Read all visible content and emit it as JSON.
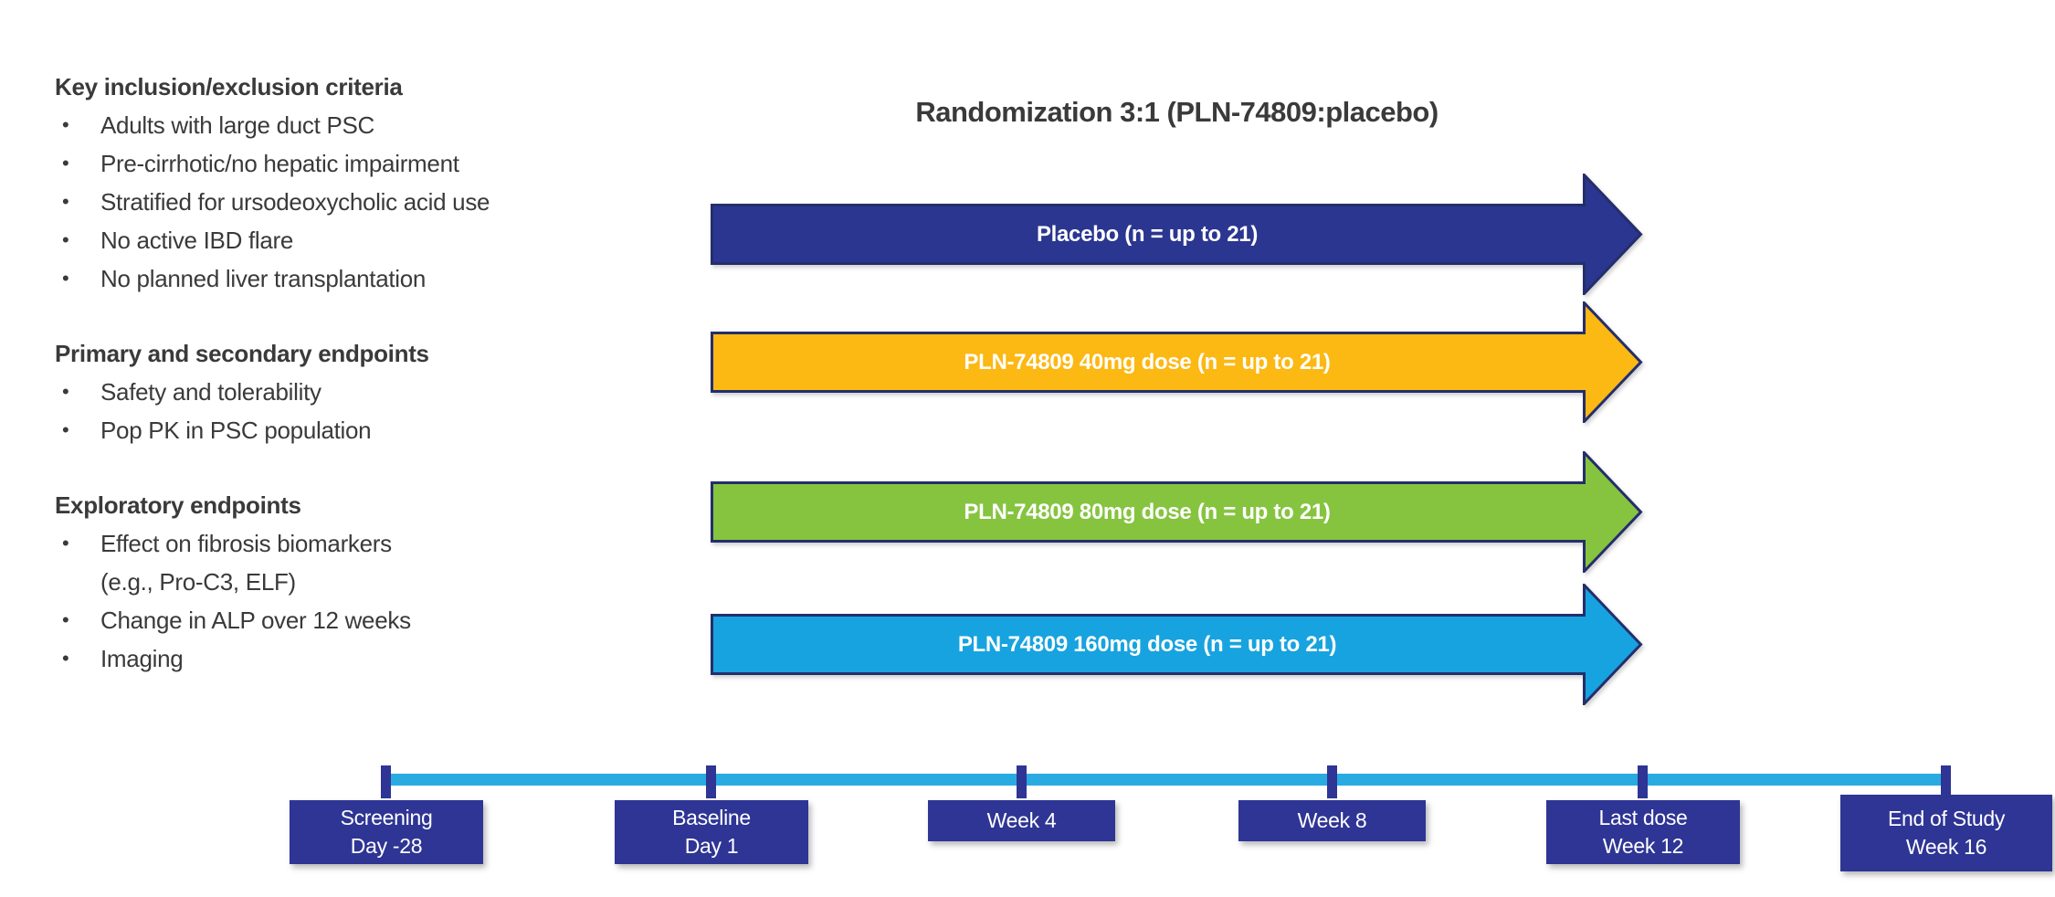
{
  "ui": {
    "bullet_char": "•"
  },
  "title": "Randomization 3:1 (PLN-74809:placebo)",
  "left_sections": [
    {
      "heading": "Key inclusion/exclusion criteria",
      "items": [
        "Adults with large duct PSC",
        "Pre-cirrhotic/no hepatic impairment",
        "Stratified for ursodeoxycholic acid use",
        "No active IBD flare",
        "No planned liver transplantation"
      ]
    },
    {
      "heading": "Primary and secondary endpoints",
      "items": [
        "Safety and tolerability",
        "Pop PK in PSC population"
      ]
    },
    {
      "heading": "Exploratory endpoints",
      "items": [
        "Effect on fibrosis biomarkers\n(e.g., Pro-C3, ELF)",
        "Change in ALP over 12 weeks",
        "Imaging"
      ]
    }
  ],
  "arms": [
    {
      "label": "Placebo (n = up to 21)",
      "fill": "#2b3690",
      "border": "#232e6b"
    },
    {
      "label": "PLN-74809 40mg dose (n = up to 21)",
      "fill": "#fcb813",
      "border": "#232e6b"
    },
    {
      "label": "PLN-74809 80mg dose (n = up to 21)",
      "fill": "#86c440",
      "border": "#232e6b"
    },
    {
      "label": "PLN-74809 160mg dose (n = up to 21)",
      "fill": "#17a3df",
      "border": "#232e6b"
    }
  ],
  "timeline": {
    "line_color": "#29abe2",
    "tick_color": "#2e3594",
    "box_color": "#2e3594",
    "milestones": [
      {
        "label": "Screening\nDay -28"
      },
      {
        "label": "Baseline\nDay 1"
      },
      {
        "label": "Week 4"
      },
      {
        "label": "Week 8"
      },
      {
        "label": "Last dose\nWeek 12"
      },
      {
        "label": "End of Study\nWeek 16"
      }
    ]
  }
}
